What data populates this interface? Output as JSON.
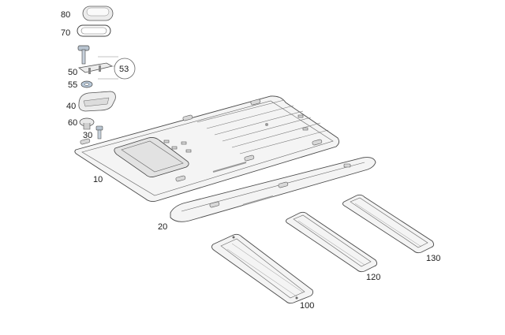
{
  "labels": {
    "p80": "80",
    "p70": "70",
    "p50": "50",
    "p53": "53",
    "p55": "55",
    "p40": "40",
    "p60": "60",
    "p30": "30",
    "p10": "10",
    "p20": "20",
    "p100": "100",
    "p120": "120",
    "p130": "130"
  }
}
